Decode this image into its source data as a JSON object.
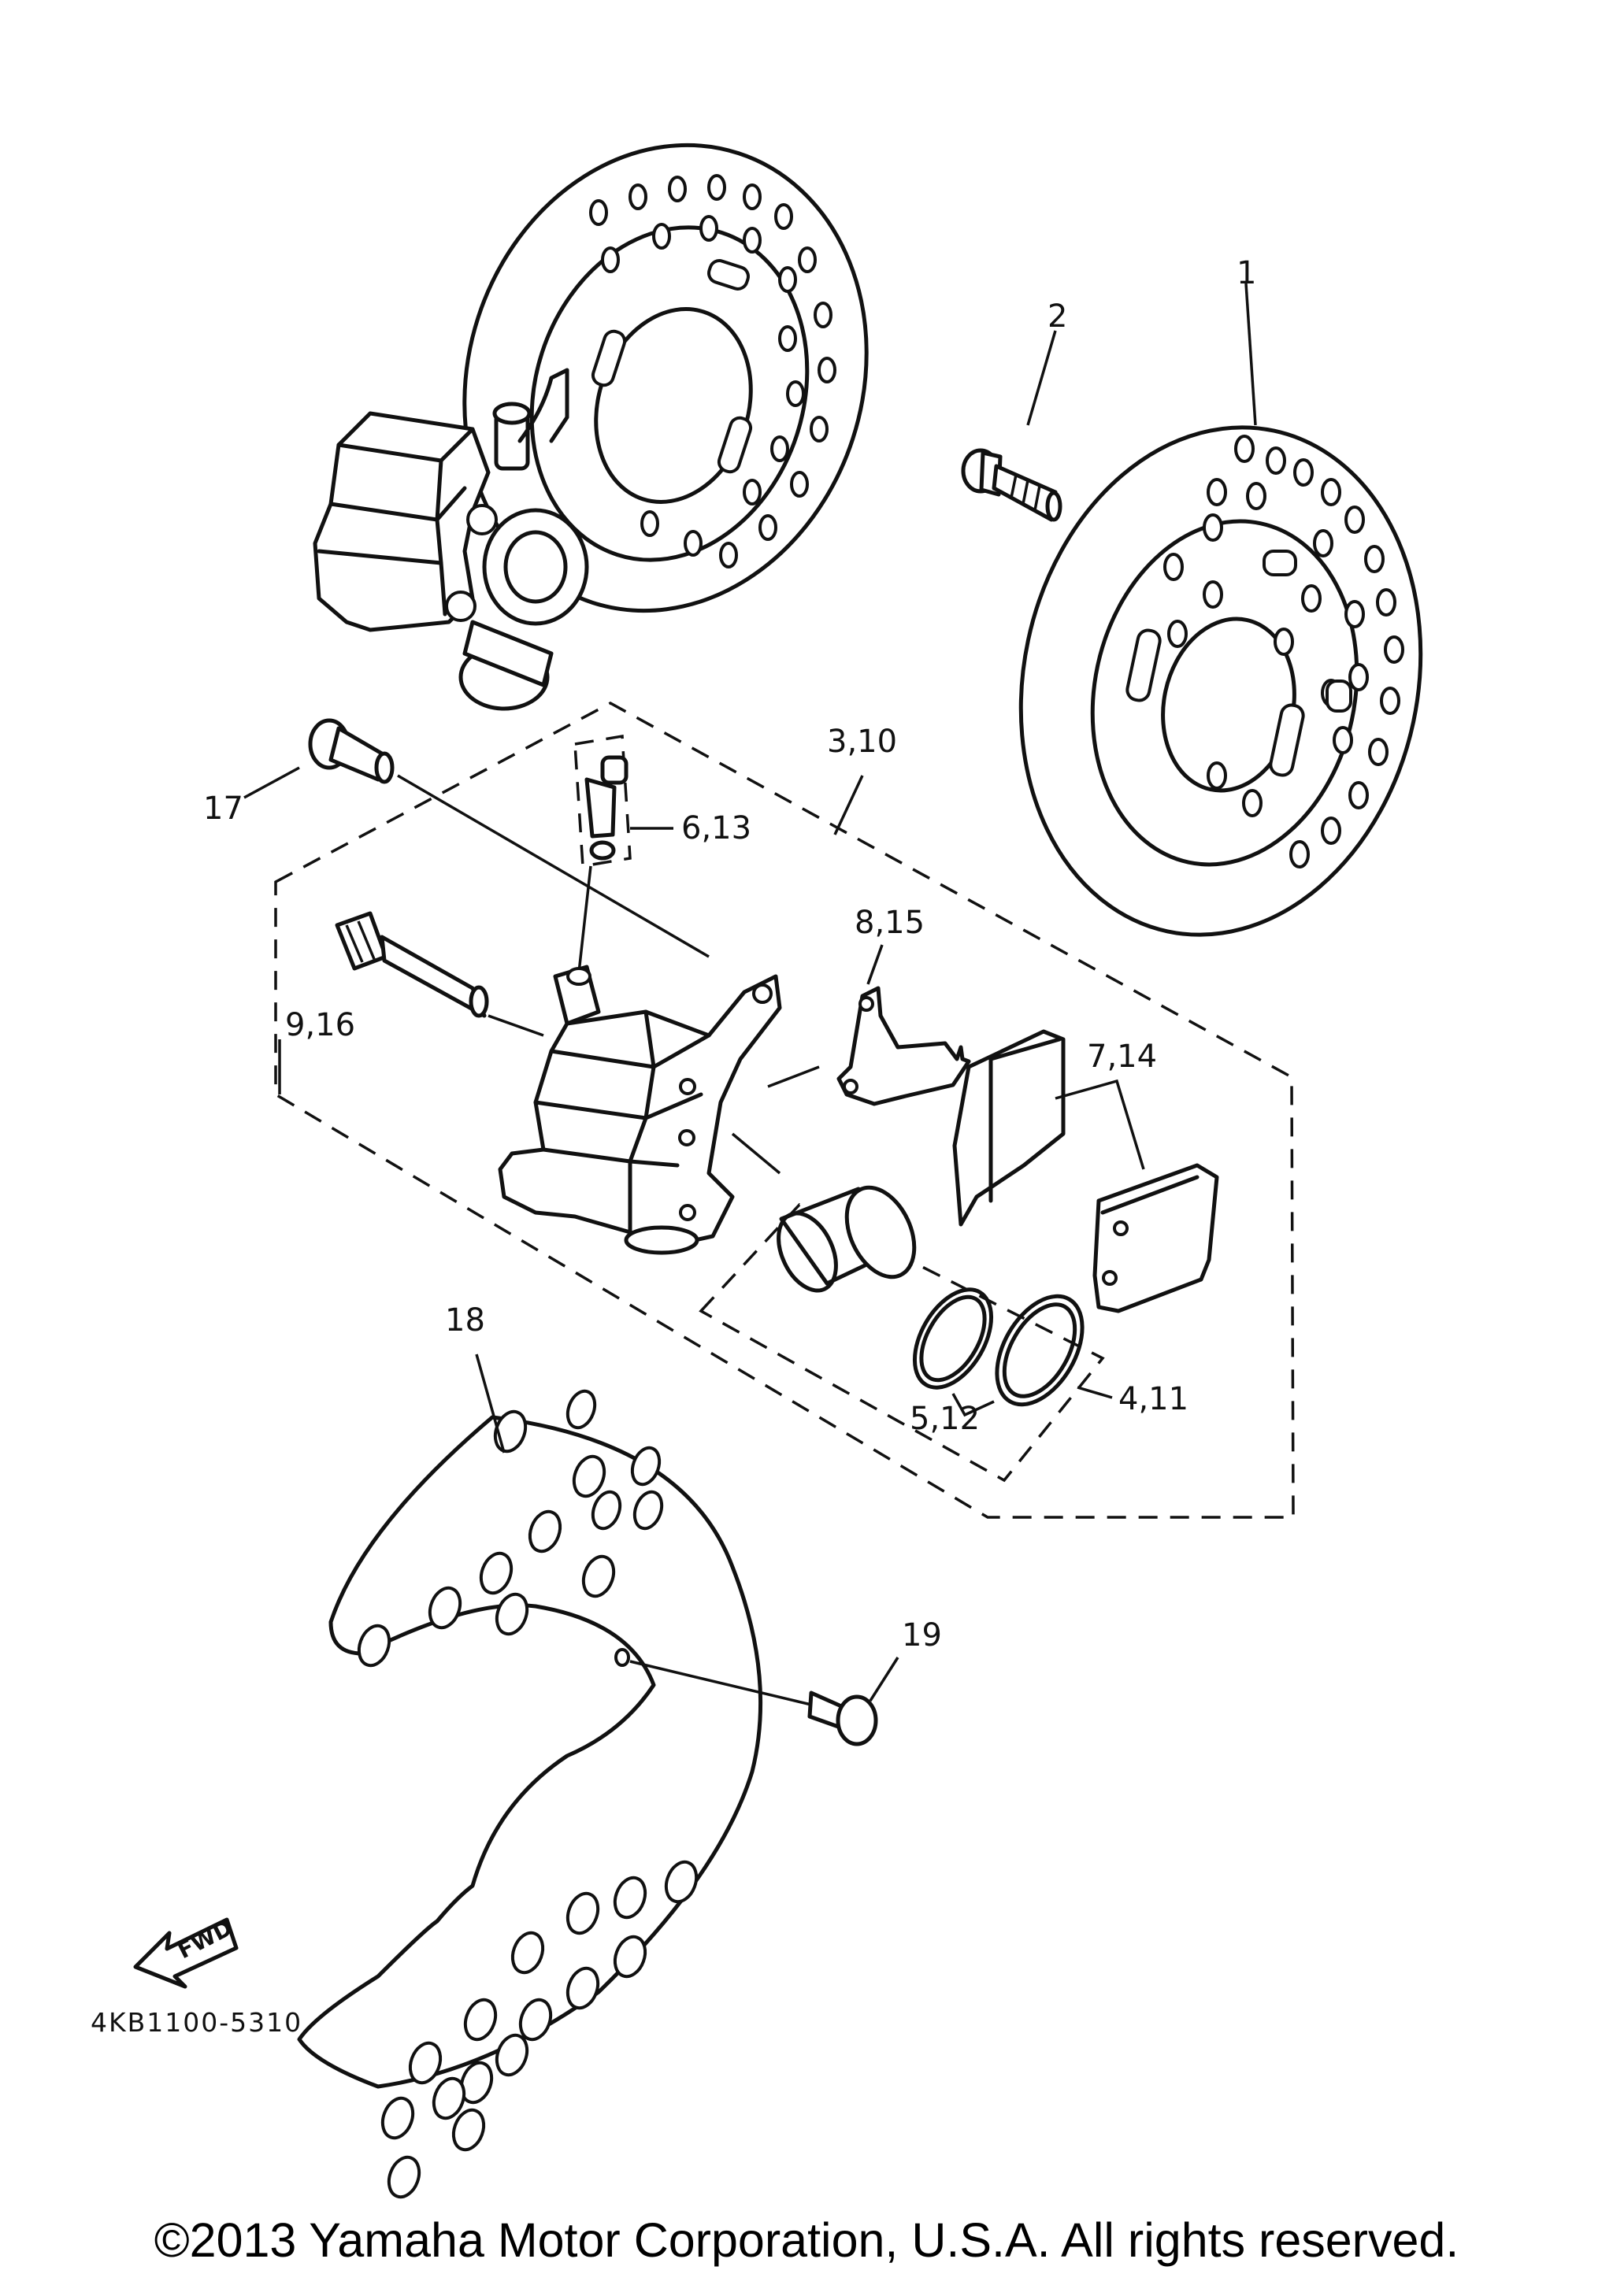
{
  "callouts": {
    "c1": "1",
    "c2": "2",
    "c3_10": "3,10",
    "c4_11": "4,11",
    "c5_12": "5,12",
    "c6_13": "6,13",
    "c7_14": "7,14",
    "c8_15": "8,15",
    "c9_16": "9,16",
    "c17": "17",
    "c18": "18",
    "c19": "19"
  },
  "direction_label": "FWD",
  "diagram_code": "4KB1100-5310",
  "copyright": "©2013 Yamaha Motor Corporation, U.S.A. All rights reserved."
}
